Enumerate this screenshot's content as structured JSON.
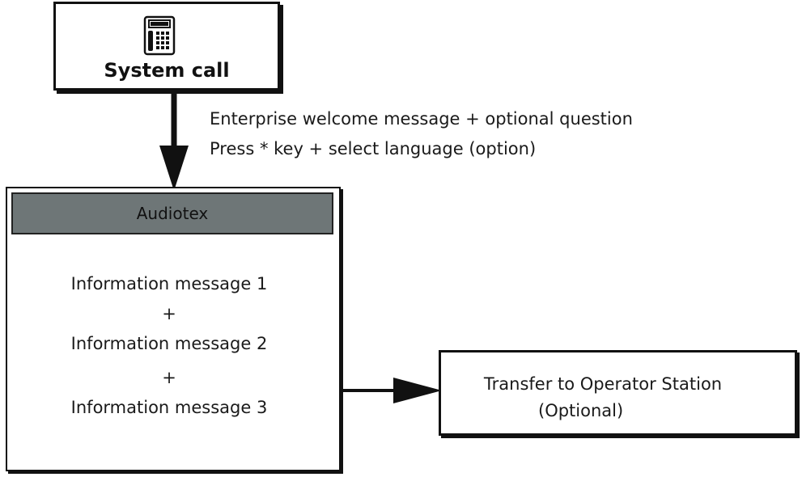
{
  "system_call": {
    "icon": "desk-phone-icon",
    "label": "System call"
  },
  "connector_annotation": {
    "line1": "Enterprise welcome message + optional question",
    "line2": "Press * key + select language (option)"
  },
  "audiotex": {
    "header": "Audiotex",
    "header_color": "#6e7677",
    "messages": [
      "Information message 1",
      "+",
      "Information message 2",
      "+",
      "Information message 3"
    ]
  },
  "transfer": {
    "title": "Transfer to Operator Station",
    "note": "(Optional)"
  }
}
